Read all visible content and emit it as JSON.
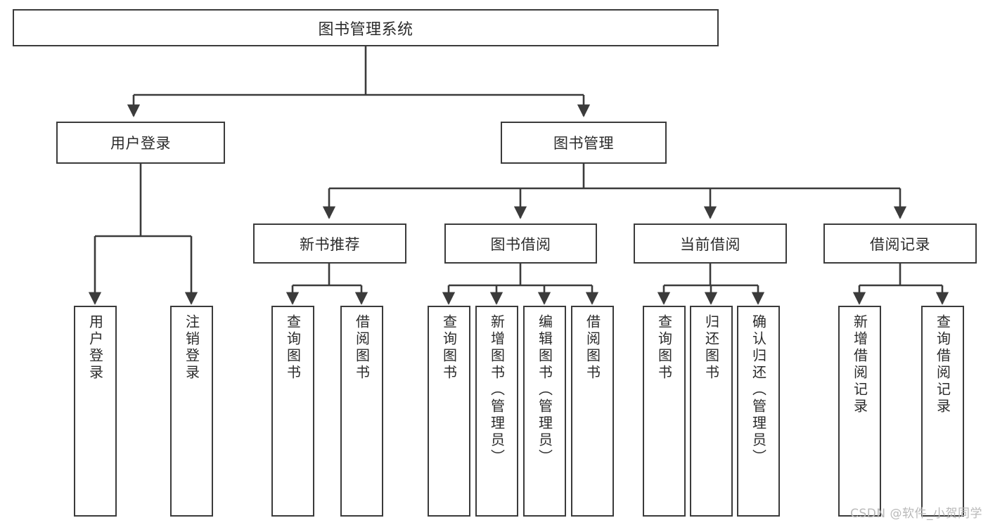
{
  "diagram": {
    "title": "图书管理系统",
    "type": "hierarchy-tree",
    "colors": {
      "line": "#3b3b3b",
      "box_fill": "#ffffff",
      "text": "#2b2b2b",
      "watermark": "#b9b9b9",
      "background": "#ffffff"
    },
    "watermark": "CSDN @软件_小贺同学",
    "nodes": {
      "root": {
        "label": "图书管理系统"
      },
      "level2": [
        {
          "id": "user-login",
          "label": "用户登录"
        },
        {
          "id": "book-management",
          "label": "图书管理"
        }
      ],
      "level3": [
        {
          "id": "new-book-recommend",
          "label": "新书推荐"
        },
        {
          "id": "book-borrow",
          "label": "图书借阅"
        },
        {
          "id": "current-borrow",
          "label": "当前借阅"
        },
        {
          "id": "borrow-record",
          "label": "借阅记录"
        }
      ],
      "leaves": {
        "user_login": [
          {
            "id": "user-login-leaf",
            "label": "用户登录"
          },
          {
            "id": "logout-leaf",
            "label": "注销登录"
          }
        ],
        "new_book_recommend": [
          {
            "id": "query-book-1",
            "label": "查询图书"
          },
          {
            "id": "borrow-book-1",
            "label": "借阅图书"
          }
        ],
        "book_borrow": [
          {
            "id": "query-book-2",
            "label": "查询图书"
          },
          {
            "id": "add-book-admin",
            "label": "新增图书（管理员）"
          },
          {
            "id": "edit-book-admin",
            "label": "编辑图书（管理员）"
          },
          {
            "id": "borrow-book-2",
            "label": "借阅图书"
          }
        ],
        "current_borrow": [
          {
            "id": "query-book-3",
            "label": "查询图书"
          },
          {
            "id": "return-book",
            "label": "归还图书"
          },
          {
            "id": "confirm-return-admin",
            "label": "确认归还（管理员）"
          }
        ],
        "borrow_record": [
          {
            "id": "add-borrow-record",
            "label": "新增借阅记录"
          },
          {
            "id": "query-borrow-record",
            "label": "查询借阅记录"
          }
        ]
      }
    }
  }
}
